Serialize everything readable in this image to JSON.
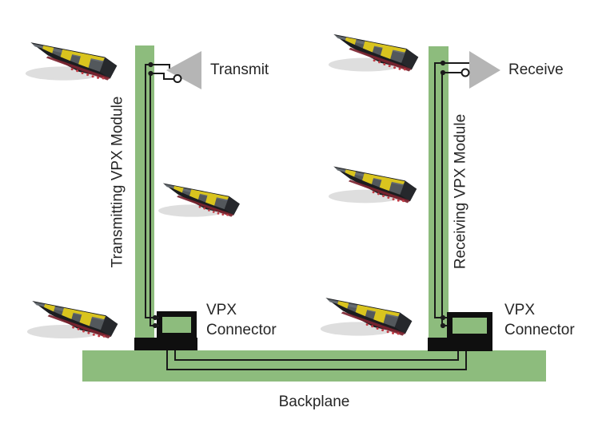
{
  "labels": {
    "transmitting_module": "Transmitting VPX Module",
    "receiving_module": "Receiving VPX Module",
    "transmit": "Transmit",
    "receive": "Receive",
    "vpx_connector_left": "VPX Connector",
    "vpx_connector_right": "VPX Connector",
    "backplane": "Backplane"
  },
  "colors": {
    "board_green": "#8dbc7d",
    "amplifier_gray": "#b5b5b5",
    "connector_black": "#0f0f0f",
    "wire_black": "#1a1a1a",
    "text_color": "#262626",
    "bump_yellow": "#d9c41e",
    "bump_gray": "#53585c",
    "bump_dark": "#1b1d20",
    "bump_cap": "#26282c",
    "bump_maroon": "#7c2430",
    "bump_reflector": "#c23b45"
  }
}
